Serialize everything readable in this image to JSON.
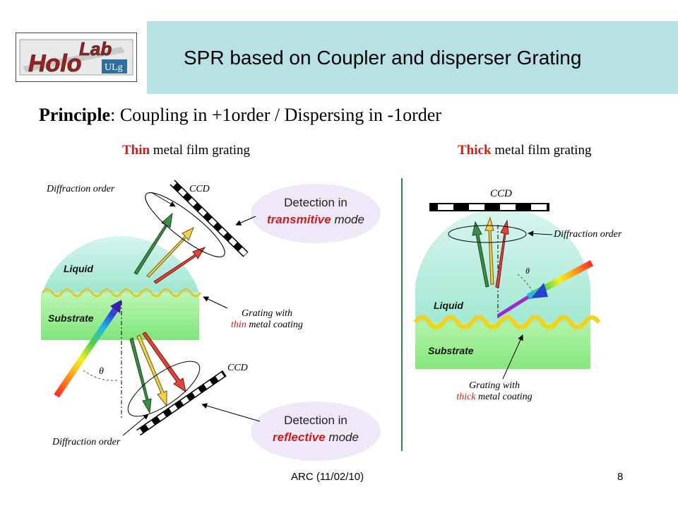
{
  "title": "SPR based on Coupler and disperser Grating",
  "logo": {
    "word1": "Lab",
    "word2": "Holo",
    "badge": "ULg"
  },
  "principle": {
    "bold": "Principle",
    "rest": ": Coupling in +1order / Dispersing in -1order"
  },
  "left_heading": {
    "key": "Thin",
    "rest": " metal film grating"
  },
  "right_heading": {
    "key": "Thick",
    "rest": " metal film grating"
  },
  "left": {
    "diffraction_order_top": "Diffraction order",
    "diffraction_order_bottom": "Diffraction order",
    "ccd_top": "CCD",
    "ccd_bottom": "CCD",
    "liquid": "Liquid",
    "substrate": "Substrate",
    "theta": "θ",
    "grating_line1": "Grating with",
    "grating_key": "thin",
    "grating_rest": " metal coating",
    "bubble_top_line1": "Detection in",
    "bubble_top_key": "transmitive",
    "bubble_top_rest": " mode",
    "bubble_bottom_line1": "Detection in",
    "bubble_bottom_key": "reflective",
    "bubble_bottom_rest": " mode"
  },
  "right": {
    "ccd": "CCD",
    "diffraction_order": "Diffraction order",
    "theta": "θ",
    "liquid": "Liquid",
    "substrate": "Substrate",
    "grating_line1": "Grating with",
    "grating_key": "thick",
    "grating_rest": " metal coating"
  },
  "footer": {
    "date": "ARC (11/02/10)",
    "page": "8"
  },
  "colors": {
    "title_bar": "#b7e1e4",
    "accent_red": "#d11c1c",
    "bubble": "#efe8f8",
    "divider": "#2e8b2e",
    "grating": "#f3d21a",
    "arrow_green": "#3c8c46",
    "arrow_yellow": "#f3cf4c",
    "arrow_red": "#e2443c"
  }
}
